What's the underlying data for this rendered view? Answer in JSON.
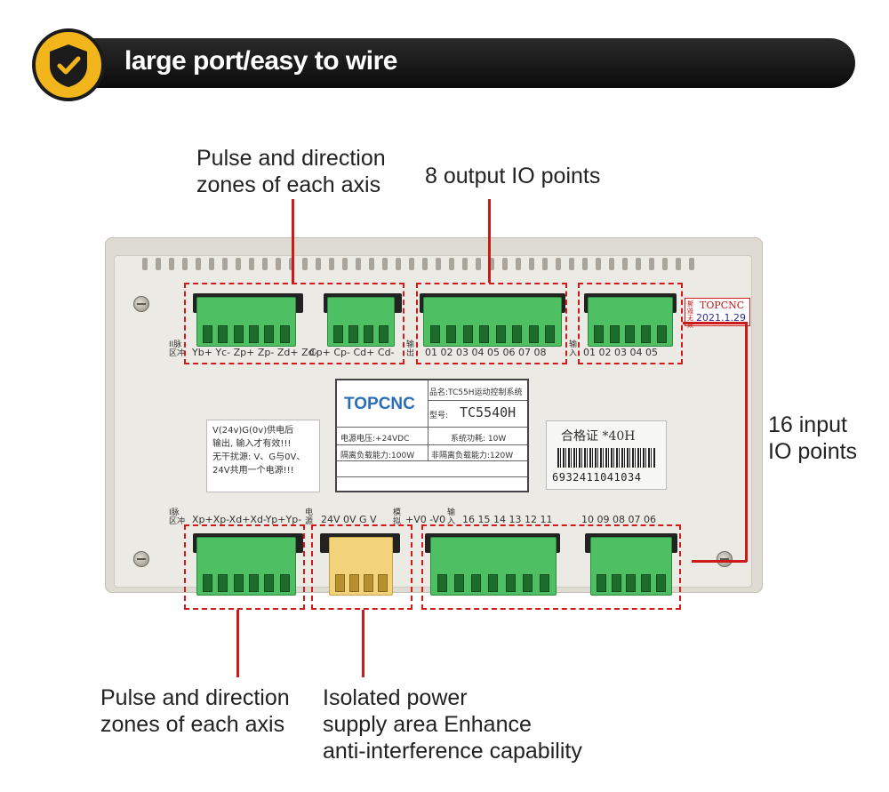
{
  "banner": {
    "title": "large port/easy to wire",
    "icon": "shield-check-icon",
    "accent": "#f2b51b"
  },
  "callouts": {
    "top_left": "Pulse and direction\nzones of each axis",
    "top_mid": "8 output IO points",
    "right": "16 input\nIO points",
    "bottom_left": "Pulse and direction\nzones of each axis",
    "bottom_mid": "Isolated power\nsupply area Enhance\nanti-interference capability"
  },
  "device": {
    "brand": "TOPCNC",
    "product_name": "品名:TC55H运动控制系统",
    "model_label": "型号:",
    "model": "TC5540H",
    "supply_voltage": "电源电压:+24VDC",
    "system_power": "系统功耗: 10W",
    "isolated_load": "隔离负载能力:100W",
    "non_isolated_load": "非隔离负载能力:120W",
    "note": "V(24v)G(0v)供电后\n输出, 输入才有效!!!\n无干扰源: V、G与0V、\n24V共用一个电源!!!",
    "cert_title": "合格证 *40H",
    "barcode_number": "6932411041034",
    "seal_brand": "TOPCNC",
    "seal_date": "2021.1.29",
    "seal_warning": "撕毁无效",
    "top_left_label": "II脉\n区冲",
    "top_left_pins": "Yb+ Yc- Zp+ Zp- Zd+ Zd-",
    "top_c_pins": "Cp+ Cp- Cd+ Cd-",
    "top_out_label": "输\n出",
    "top_out_pins": "01 02 03 04 05 06 07 08",
    "top_in_label": "输\n入",
    "top_in_pins": "01 02 03 04 05",
    "bottom_left_label": "I脉\n区冲",
    "bottom_left_pins": "Xp+Xp-Xd+Xd-Yp+Yp-",
    "bottom_power_label": "电\n源",
    "bottom_power_pins": "24V 0V  G   V",
    "bottom_mod_label": "模\n拟",
    "bottom_mod_pins": "+V0 -V0",
    "bottom_in_label": "输\n入",
    "bottom_in_pins": "16  15  14  13  12  11",
    "bottom_in_pins2": "10  09  08  07  06"
  }
}
